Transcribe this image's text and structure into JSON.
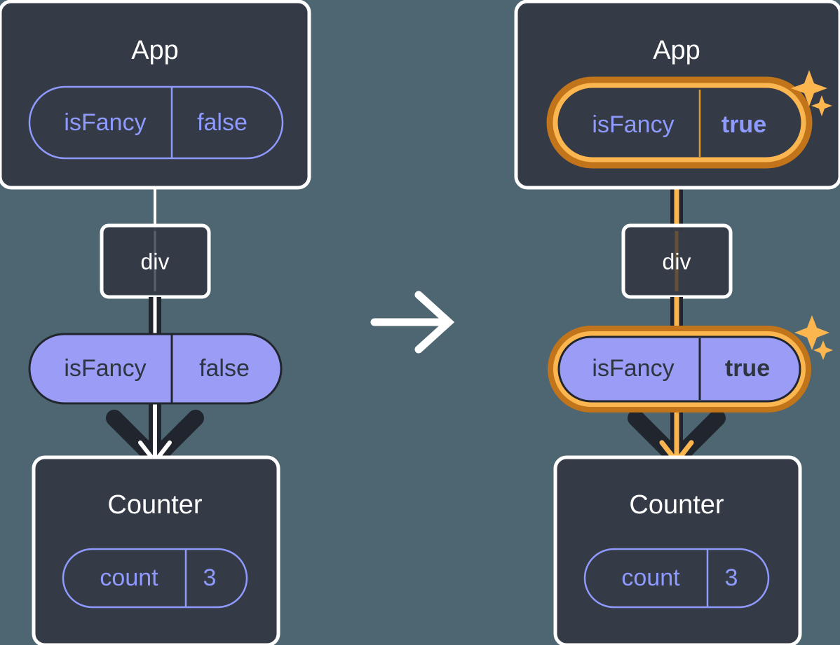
{
  "diagram": {
    "title": "React state update: isFancy false to true",
    "colors": {
      "background": "#4d6671",
      "node_fill": "#343a46",
      "node_stroke": "#ffffff",
      "pill_outline_stroke": "#8f9aff",
      "pill_filled_fill": "#9a9cf5",
      "pill_text_violet": "#8f9aff",
      "pill_text_dark": "#2e3440",
      "edge_dark": "#21262e",
      "edge_light": "#ffffff",
      "highlight_outer": "#c1741a",
      "highlight_inner": "#fcb64f",
      "sparkle": "#fcb64f"
    },
    "transition_arrow": "arrow-right"
  },
  "panels": [
    {
      "id": "before",
      "app": {
        "title": "App",
        "pill": {
          "key": "isFancy",
          "value": "false",
          "style": "outline",
          "highlighted": false,
          "bold_value": false
        }
      },
      "div": {
        "title": "div"
      },
      "prop_pill": {
        "key": "isFancy",
        "value": "false",
        "style": "filled",
        "highlighted": false,
        "bold_value": false
      },
      "counter": {
        "title": "Counter",
        "pill": {
          "key": "count",
          "value": "3",
          "style": "outline",
          "highlighted": false,
          "bold_value": false
        }
      }
    },
    {
      "id": "after",
      "app": {
        "title": "App",
        "pill": {
          "key": "isFancy",
          "value": "true",
          "style": "outline",
          "highlighted": true,
          "bold_value": true
        }
      },
      "div": {
        "title": "div"
      },
      "prop_pill": {
        "key": "isFancy",
        "value": "true",
        "style": "filled",
        "highlighted": true,
        "bold_value": true
      },
      "counter": {
        "title": "Counter",
        "pill": {
          "key": "count",
          "value": "3",
          "style": "outline",
          "highlighted": false,
          "bold_value": false
        }
      }
    }
  ],
  "sparkles": {
    "name": "sparkle-icon",
    "count_per_highlight": 2
  }
}
